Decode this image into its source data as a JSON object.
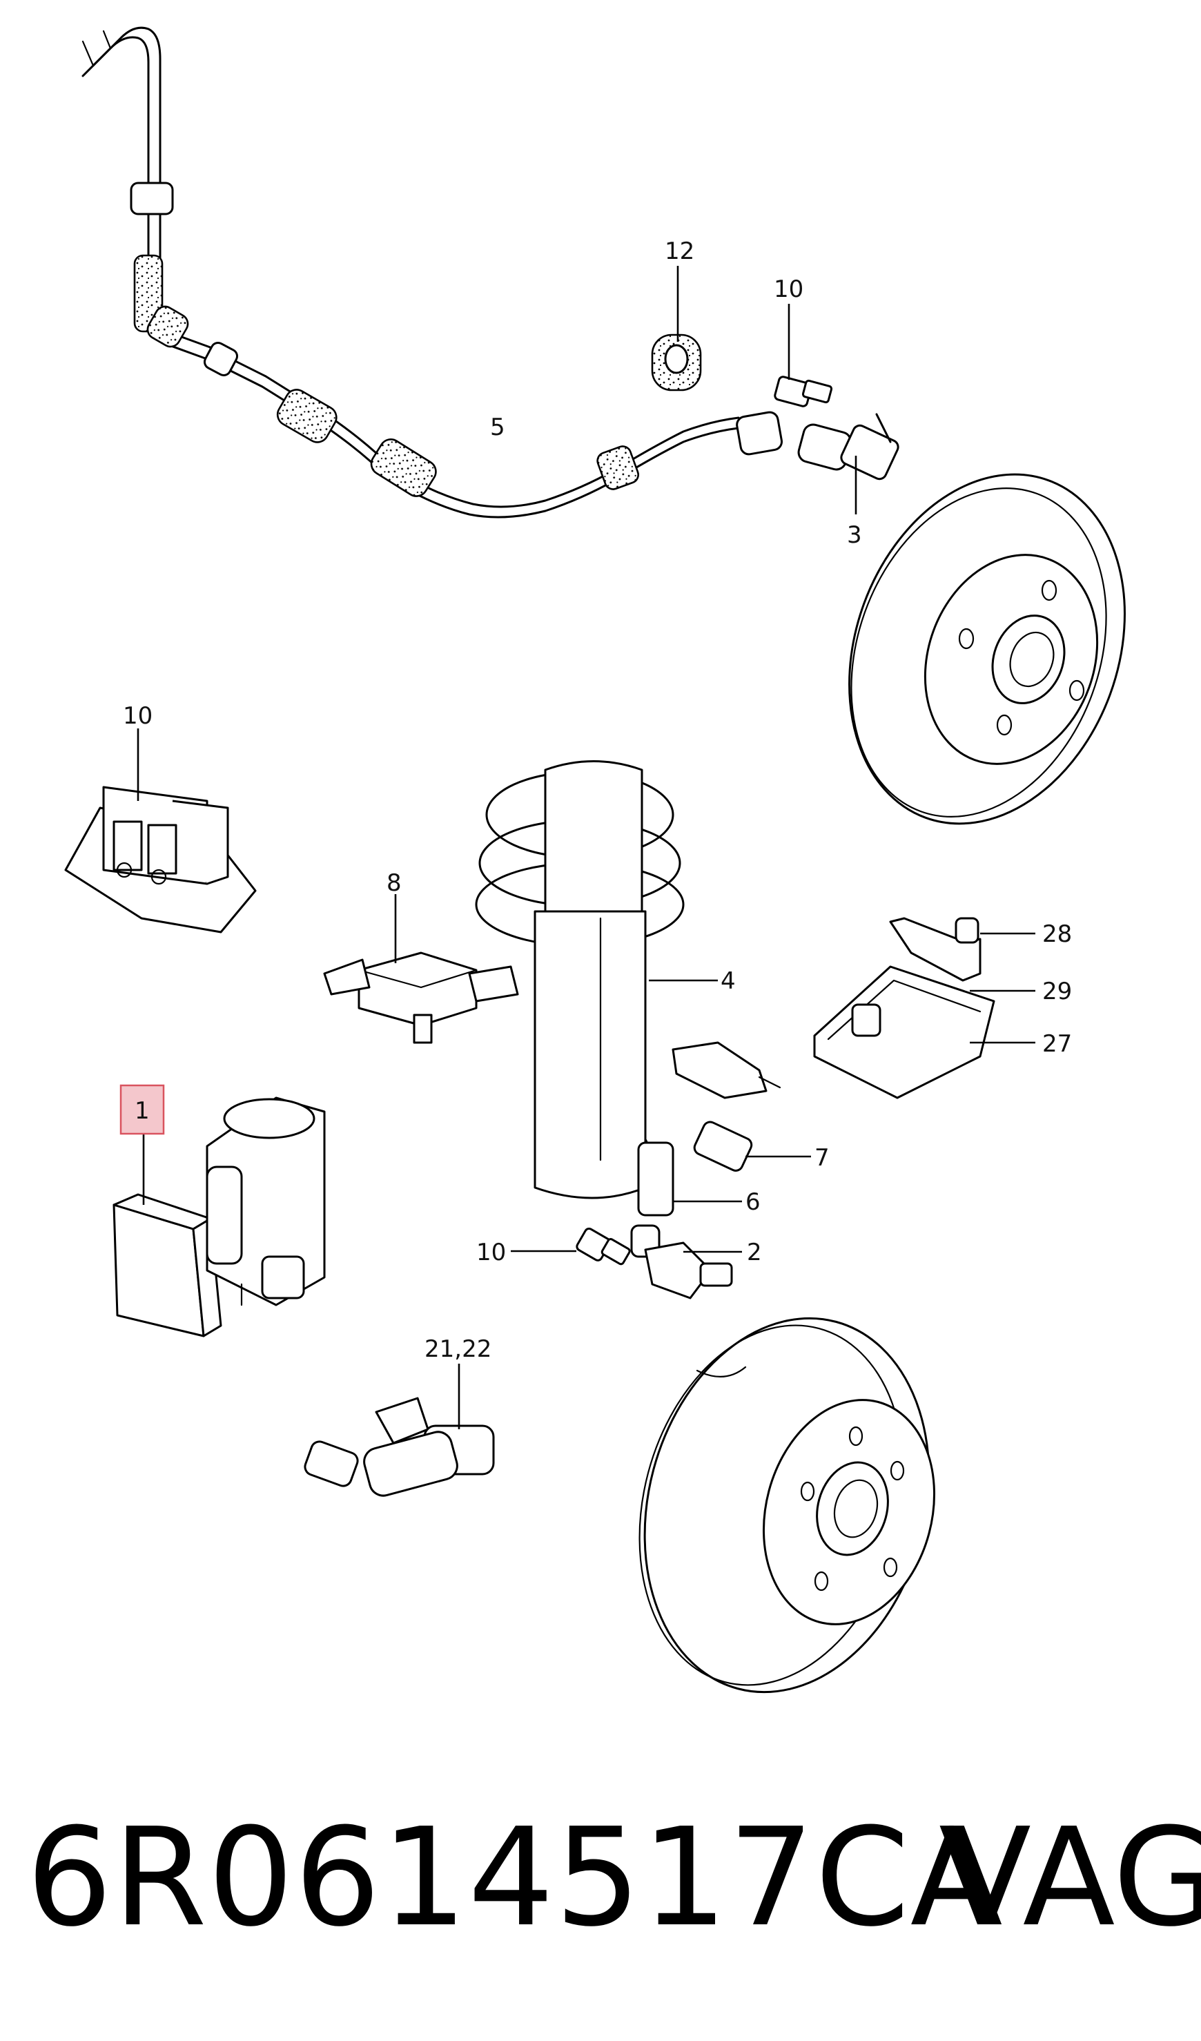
{
  "diagram": {
    "callouts": {
      "c12": "12",
      "c10a": "10",
      "c5": "5",
      "c3": "3",
      "c10b": "10",
      "c8": "8",
      "c4": "4",
      "c28": "28",
      "c29": "29",
      "c27": "27",
      "c1": "1",
      "c7": "7",
      "c6": "6",
      "c10c": "10",
      "c2": "2",
      "c2122": "21,22"
    },
    "highlight": {
      "callout": "1",
      "color": "#f4c7cc",
      "border": "#d9535f"
    }
  },
  "footer": {
    "part_number": "6R0614517CA",
    "brand": "VAG"
  }
}
